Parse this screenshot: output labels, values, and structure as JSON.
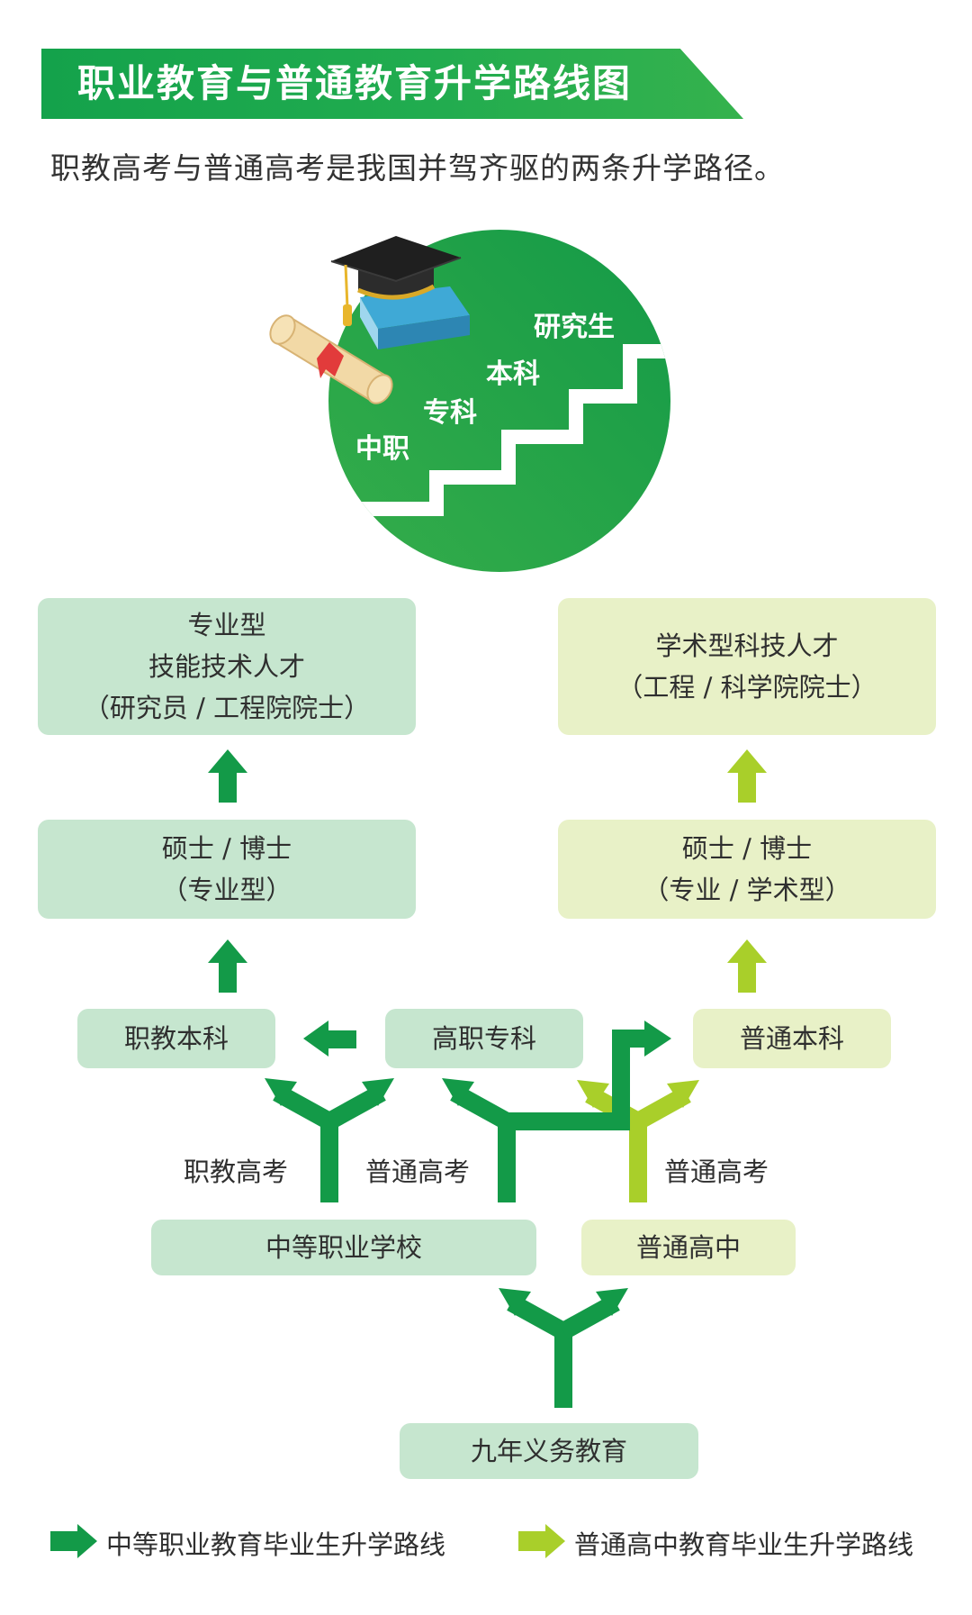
{
  "header": {
    "title": "职业教育与普通教育升学路线图",
    "subtitle": "职教高考与普通高考是我国并驾齐驱的两条升学路径。"
  },
  "stairs": {
    "steps": [
      "中职",
      "专科",
      "本科",
      "研究生"
    ]
  },
  "vocational": {
    "talent": {
      "line1": "专业型",
      "line2": "技能技术人才",
      "line3": "（研究员 / 工程院院士）"
    },
    "grad": {
      "line1": "硕士 / 博士",
      "line2": "（专业型）"
    },
    "bachelor": "职教本科",
    "college": "高职专科",
    "school": "中等职业学校",
    "exam": "职教高考"
  },
  "general": {
    "talent": {
      "line1": "学术型科技人才",
      "line2": "（工程 / 科学院院士）"
    },
    "grad": {
      "line1": "硕士 / 博士",
      "line2": "（专业 / 学术型）"
    },
    "bachelor": "普通本科",
    "school": "普通高中",
    "exam_left": "普通高考",
    "exam_right": "普通高考"
  },
  "base": "九年义务教育",
  "legend": [
    {
      "label": "中等职业教育毕业生升学路线",
      "color": "#139a48"
    },
    {
      "label": "普通高中教育毕业生升学路线",
      "color": "#a9cf2a"
    }
  ],
  "colors": {
    "dark_green": "#139a48",
    "lime": "#a9cf2a",
    "box_green": "#c6e6cf",
    "box_lime": "#e8f1c7"
  }
}
